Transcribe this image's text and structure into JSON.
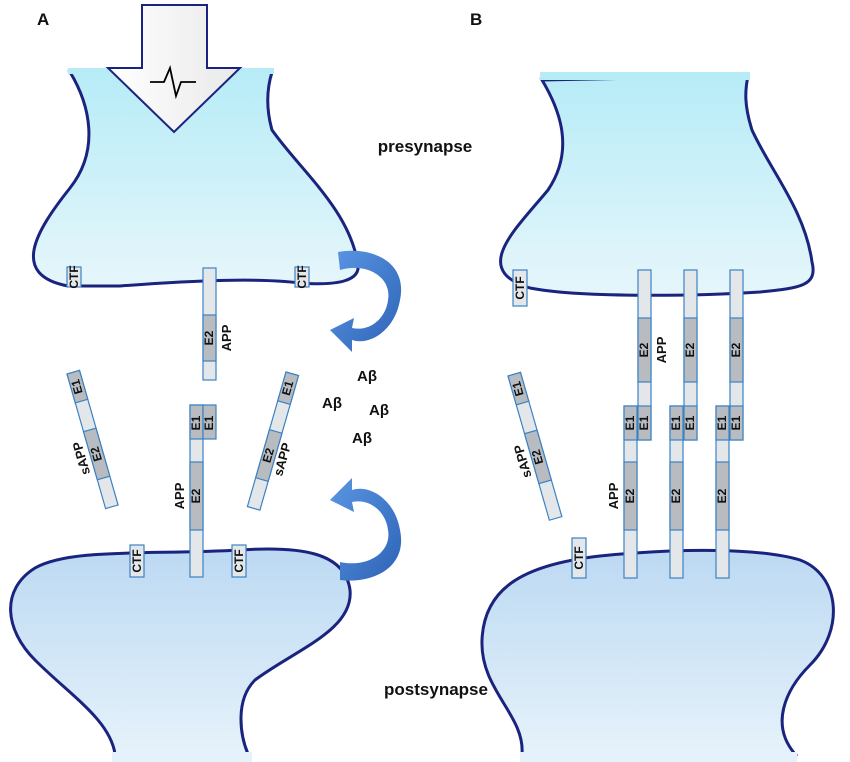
{
  "panels": {
    "a": {
      "label": "A"
    },
    "b": {
      "label": "B"
    }
  },
  "regions": {
    "presynapse": "presynapse",
    "postsynapse": "postsynapse"
  },
  "labels": {
    "ctf": "CTF",
    "app": "APP",
    "sapp": "sAPP",
    "e1": "E1",
    "e2": "E2",
    "abeta": "Aβ"
  },
  "colors": {
    "membrane": "#1a237e",
    "presynapse_fill": "#d9f3fa",
    "postsynapse_fill": "#c9e3f5",
    "arrow_blue": "#3d7dd3",
    "protein_light": "#e4e7ea",
    "protein_domain": "#b8bcc0",
    "protein_border": "#3b82c4"
  },
  "icons": {
    "stimulus": "action-potential-arrow-icon",
    "recycling": "curved-arrow-icon"
  }
}
